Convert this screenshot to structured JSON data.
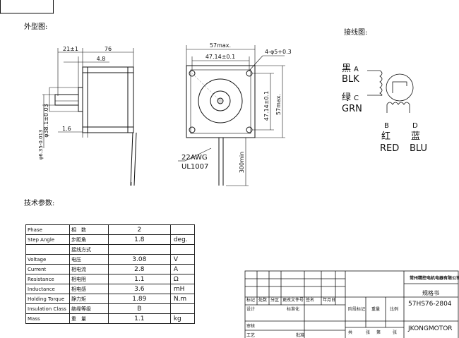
{
  "sections": {
    "outline": "外型图:",
    "wiring": "接线图:",
    "params": "技术参数:"
  },
  "dimensions": {
    "d21": "21±1",
    "d76": "76",
    "d4_8": "4.8",
    "d1_6": "1.6",
    "shaft_dia": "φ6.35-0.013",
    "boss_dia": "φ38.1±0.03",
    "d57max_top": "57max.",
    "d47_top": "47.14±0.1",
    "holes": "4-φ5+0.3",
    "d47_side": "47.14±0.1",
    "d57max_side": "57max.",
    "lead_len": "300min",
    "wire_gauge": "22AWG",
    "wire_spec": "UL1007"
  },
  "wiring": {
    "black_cn": "黑",
    "black_pin": "A",
    "black_en": "BLK",
    "green_cn": "绿",
    "green_pin": "C",
    "green_en": "GRN",
    "red_pin": "B",
    "red_cn": "红",
    "red_en": "RED",
    "blue_pin": "D",
    "blue_cn": "蓝",
    "blue_en": "BLU"
  },
  "params": [
    {
      "en": "Phase",
      "cn": "相　数",
      "value": "2",
      "unit": ""
    },
    {
      "en": "Step Angle",
      "cn": "步距角",
      "value": "1.8",
      "unit": "deg."
    },
    {
      "en": "",
      "cn": "接线方式",
      "value": "",
      "unit": ""
    },
    {
      "en": "Voltage",
      "cn": "电压",
      "value": "3.08",
      "unit": "V"
    },
    {
      "en": "Current",
      "cn": "相电流",
      "value": "2.8",
      "unit": "A"
    },
    {
      "en": "Resistance",
      "cn": "相电阻",
      "value": "1.1",
      "unit": "Ω"
    },
    {
      "en": "Inductance",
      "cn": "相电感",
      "value": "3.6",
      "unit": "mH"
    },
    {
      "en": "Holding Torque",
      "cn": "静力矩",
      "value": "1.89",
      "unit": "N.m"
    },
    {
      "en": "Insulation Class",
      "cn": "绝缘等级",
      "value": "B",
      "unit": ""
    },
    {
      "en": "Mass",
      "cn": "重　量",
      "value": "1.1",
      "unit": "kg"
    }
  ],
  "title_block": {
    "company": "常州精控电机电器有限公司",
    "spec_label": "规格书",
    "model": "57HS76-2804",
    "brand": "JKONGMOTOR",
    "rev_row": [
      "标记",
      "处数",
      "分区",
      "更改文件号",
      "签名",
      "年月日"
    ],
    "design": "设计",
    "standard": "标准化",
    "review": "审核",
    "craft": "工艺",
    "approve": "批准",
    "stage_mark": "阶段标记",
    "weight": "重量",
    "scale": "比例",
    "total": "共",
    "sheet_of": "张",
    "sheet_no": "第",
    "sheet_unit": "张"
  }
}
